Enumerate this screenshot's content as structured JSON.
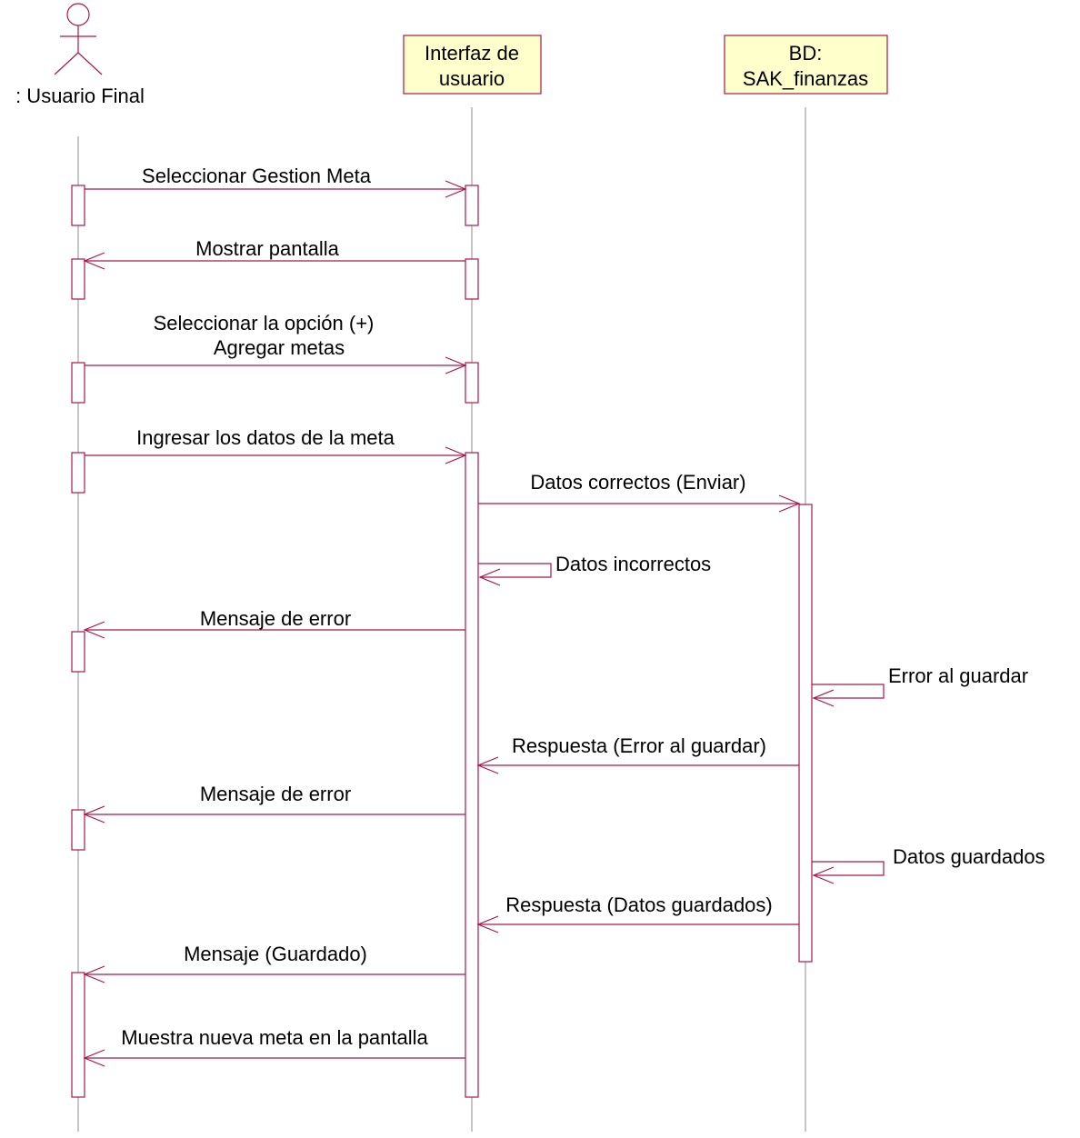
{
  "actor": {
    "name": ": Usuario Final"
  },
  "objects": {
    "ui": {
      "line1": "Interfaz de",
      "line2": "usuario"
    },
    "db": {
      "line1": "BD:",
      "line2": "SAK_finanzas"
    }
  },
  "messages": {
    "m1": "Seleccionar Gestion Meta",
    "m2": "Mostrar pantalla",
    "m3a": "Seleccionar la opción (+)",
    "m3b": "Agregar metas",
    "m4": "Ingresar los datos de la meta",
    "m5": "Datos correctos (Enviar)",
    "m6": "Datos incorrectos",
    "m7": "Mensaje de error",
    "m8": "Error al guardar",
    "m9": "Respuesta (Error al guardar)",
    "m10": "Mensaje de error",
    "m11": "Datos guardados",
    "m12": "Respuesta (Datos guardados)",
    "m13": "Mensaje (Guardado)",
    "m14": "Muestra nueva meta en la pantalla"
  },
  "colors": {
    "line": "#a8184c",
    "object_fill": "#ffffcc",
    "lifeline": "#8e8e8e"
  }
}
